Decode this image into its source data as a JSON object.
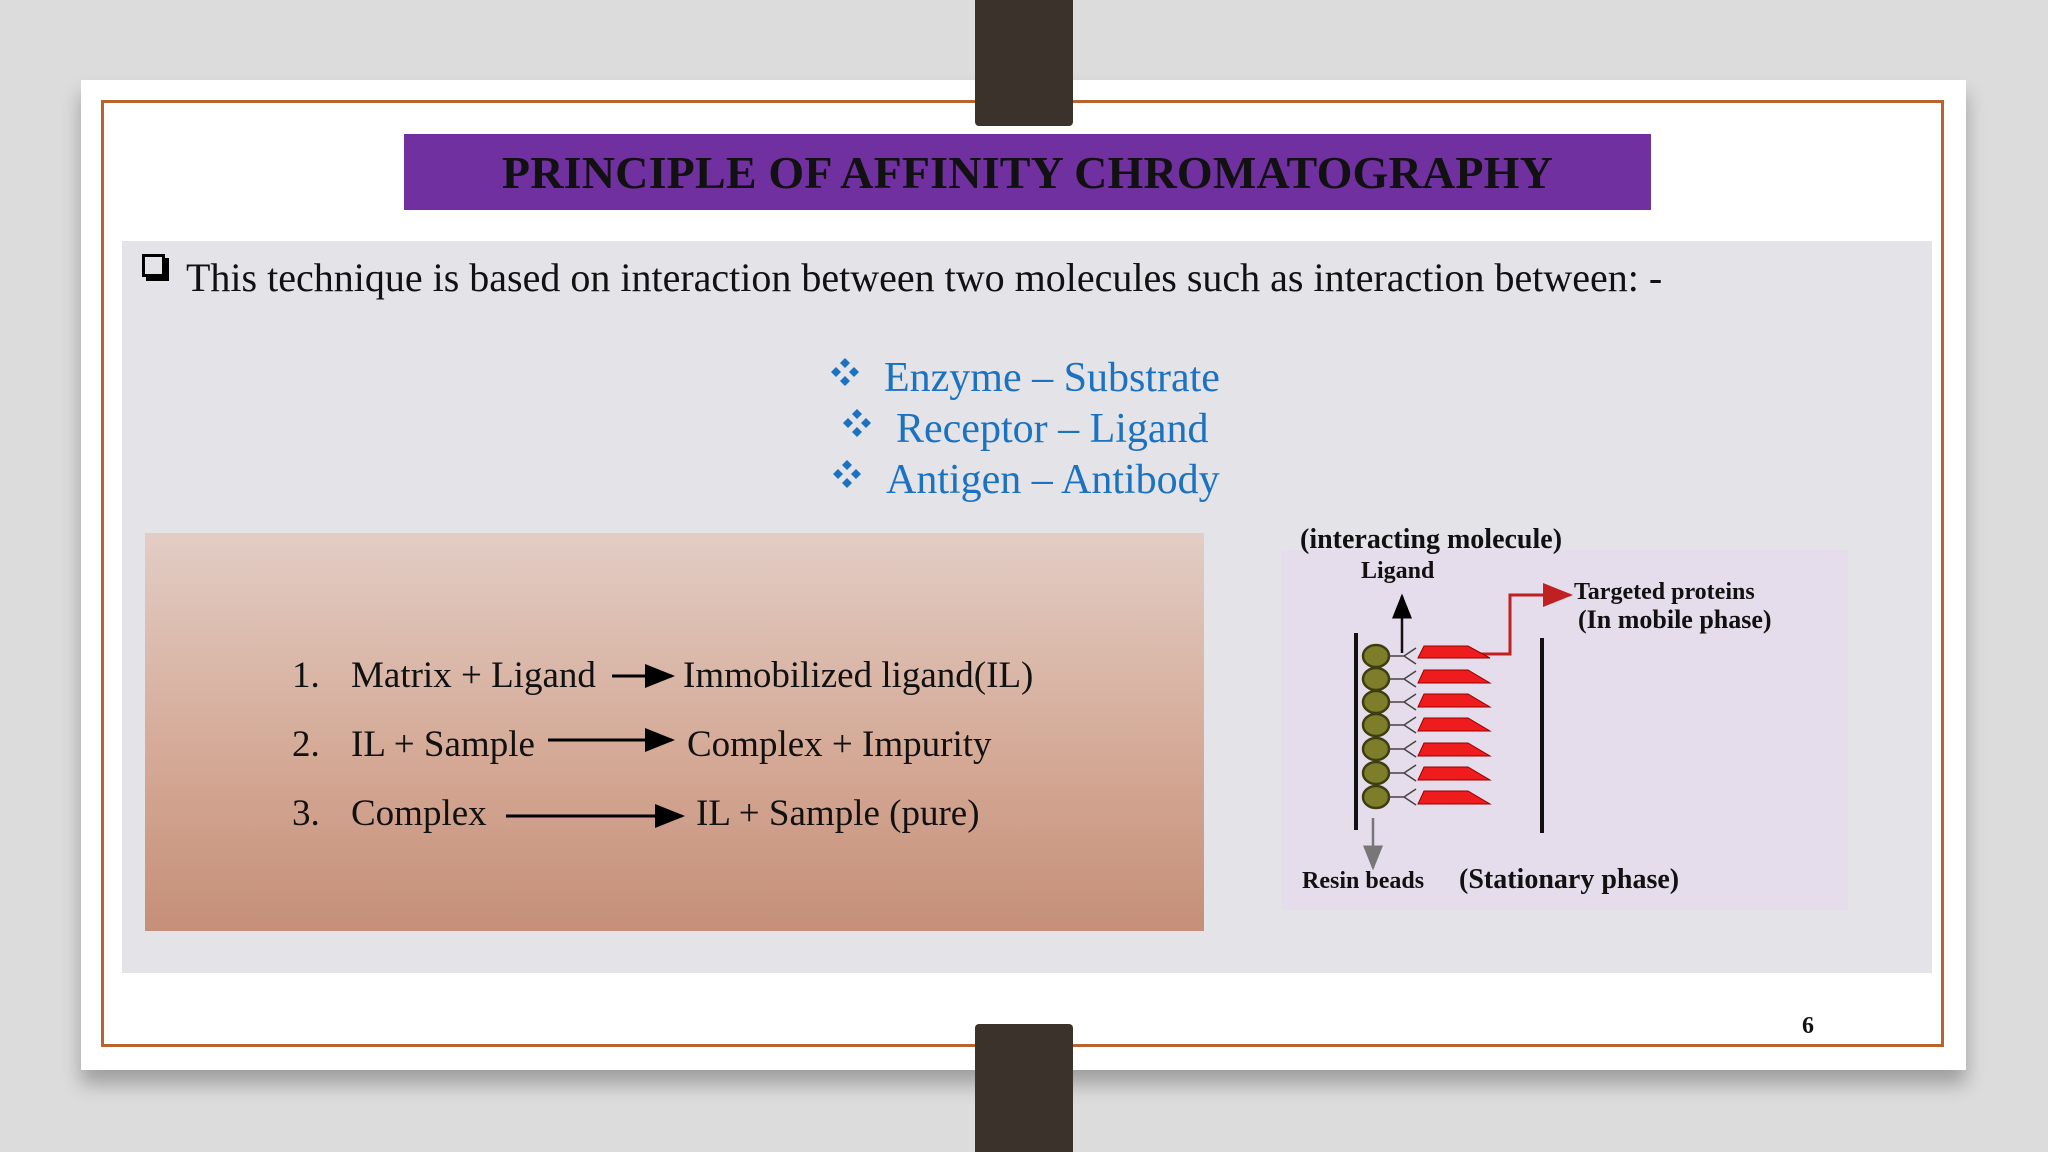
{
  "slide": {
    "title": "PRINCIPLE OF AFFINITY CHROMATOGRAPHY",
    "intro_text": "This technique is based on interaction between two molecules such as interaction between: -",
    "pairs": [
      "Enzyme – Substrate",
      "Receptor – Ligand",
      "Antigen – Antibody"
    ],
    "reactions": [
      {
        "num": "1.",
        "left": "Matrix + Ligand",
        "right": "Immobilized ligand(IL)"
      },
      {
        "num": "2.",
        "left": "IL + Sample",
        "right": "Complex + Impurity"
      },
      {
        "num": "3.",
        "left": "Complex",
        "right": "IL + Sample (pure)"
      }
    ],
    "diagram": {
      "interacting_label": "(interacting molecule)",
      "ligand_label": "Ligand",
      "targeted_line1": "Targeted proteins",
      "targeted_line2": "(In mobile phase)",
      "resin_label": "Resin beads",
      "stationary_label": "(Stationary phase)"
    },
    "page_number": "6"
  },
  "colors": {
    "title_bg": "#7030a0",
    "pair_text": "#1a72c0",
    "frame": "#b8642e",
    "protein": "#ee1c1c",
    "bead": "#7d7d2a"
  },
  "icons": {
    "bullet": "checkbox-square-icon",
    "pair_bullet": "four-diamond-icon"
  }
}
